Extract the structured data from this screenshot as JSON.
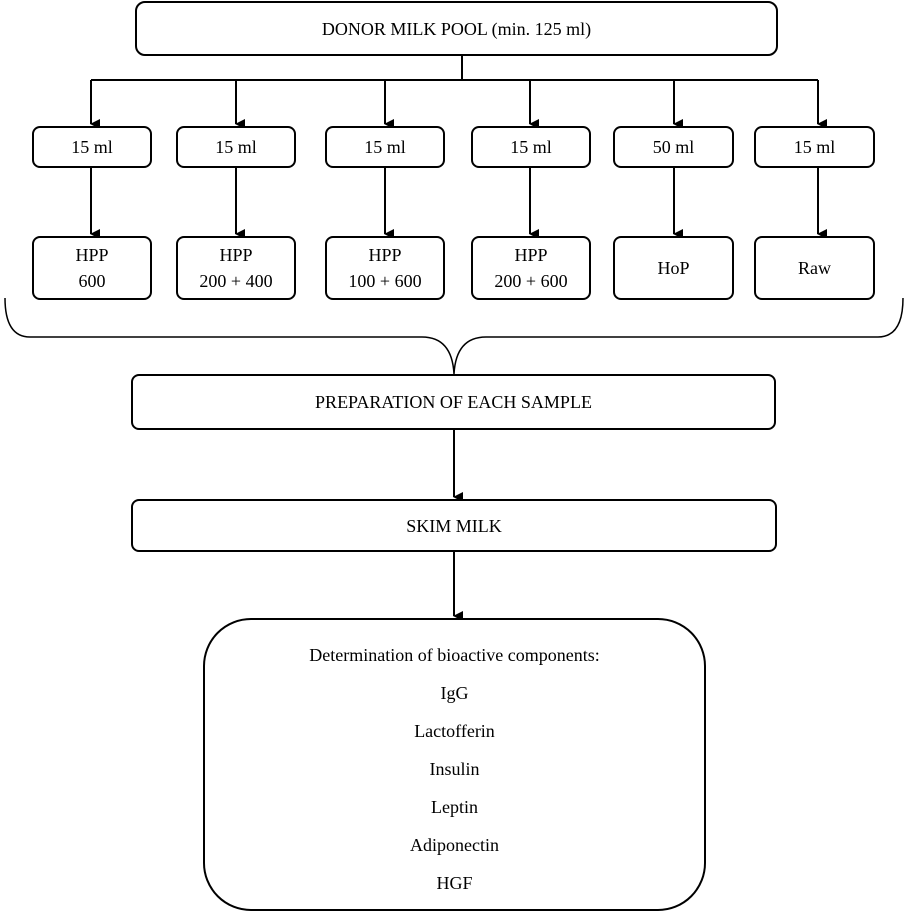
{
  "pool": {
    "label": "DONOR MILK POOL (min. 125 ml)"
  },
  "volumes": [
    {
      "label": "15 ml"
    },
    {
      "label": "15 ml"
    },
    {
      "label": "15 ml"
    },
    {
      "label": "15 ml"
    },
    {
      "label": "50 ml"
    },
    {
      "label": "15 ml"
    }
  ],
  "treatments": [
    {
      "line1": "HPP",
      "line2": "600"
    },
    {
      "line1": "HPP",
      "line2": "200 + 400"
    },
    {
      "line1": "HPP",
      "line2": "100 + 600"
    },
    {
      "line1": "HPP",
      "line2": "200 + 600"
    },
    {
      "line1": "HoP",
      "line2": ""
    },
    {
      "line1": "Raw",
      "line2": ""
    }
  ],
  "preparation": {
    "label": "PREPARATION OF EACH SAMPLE"
  },
  "skim": {
    "label": "SKIM MILK"
  },
  "determination": {
    "heading": "Determination of bioactive components:",
    "components": [
      "IgG",
      "Lactofferin",
      "Insulin",
      "Leptin",
      "Adiponectin",
      "HGF"
    ]
  }
}
